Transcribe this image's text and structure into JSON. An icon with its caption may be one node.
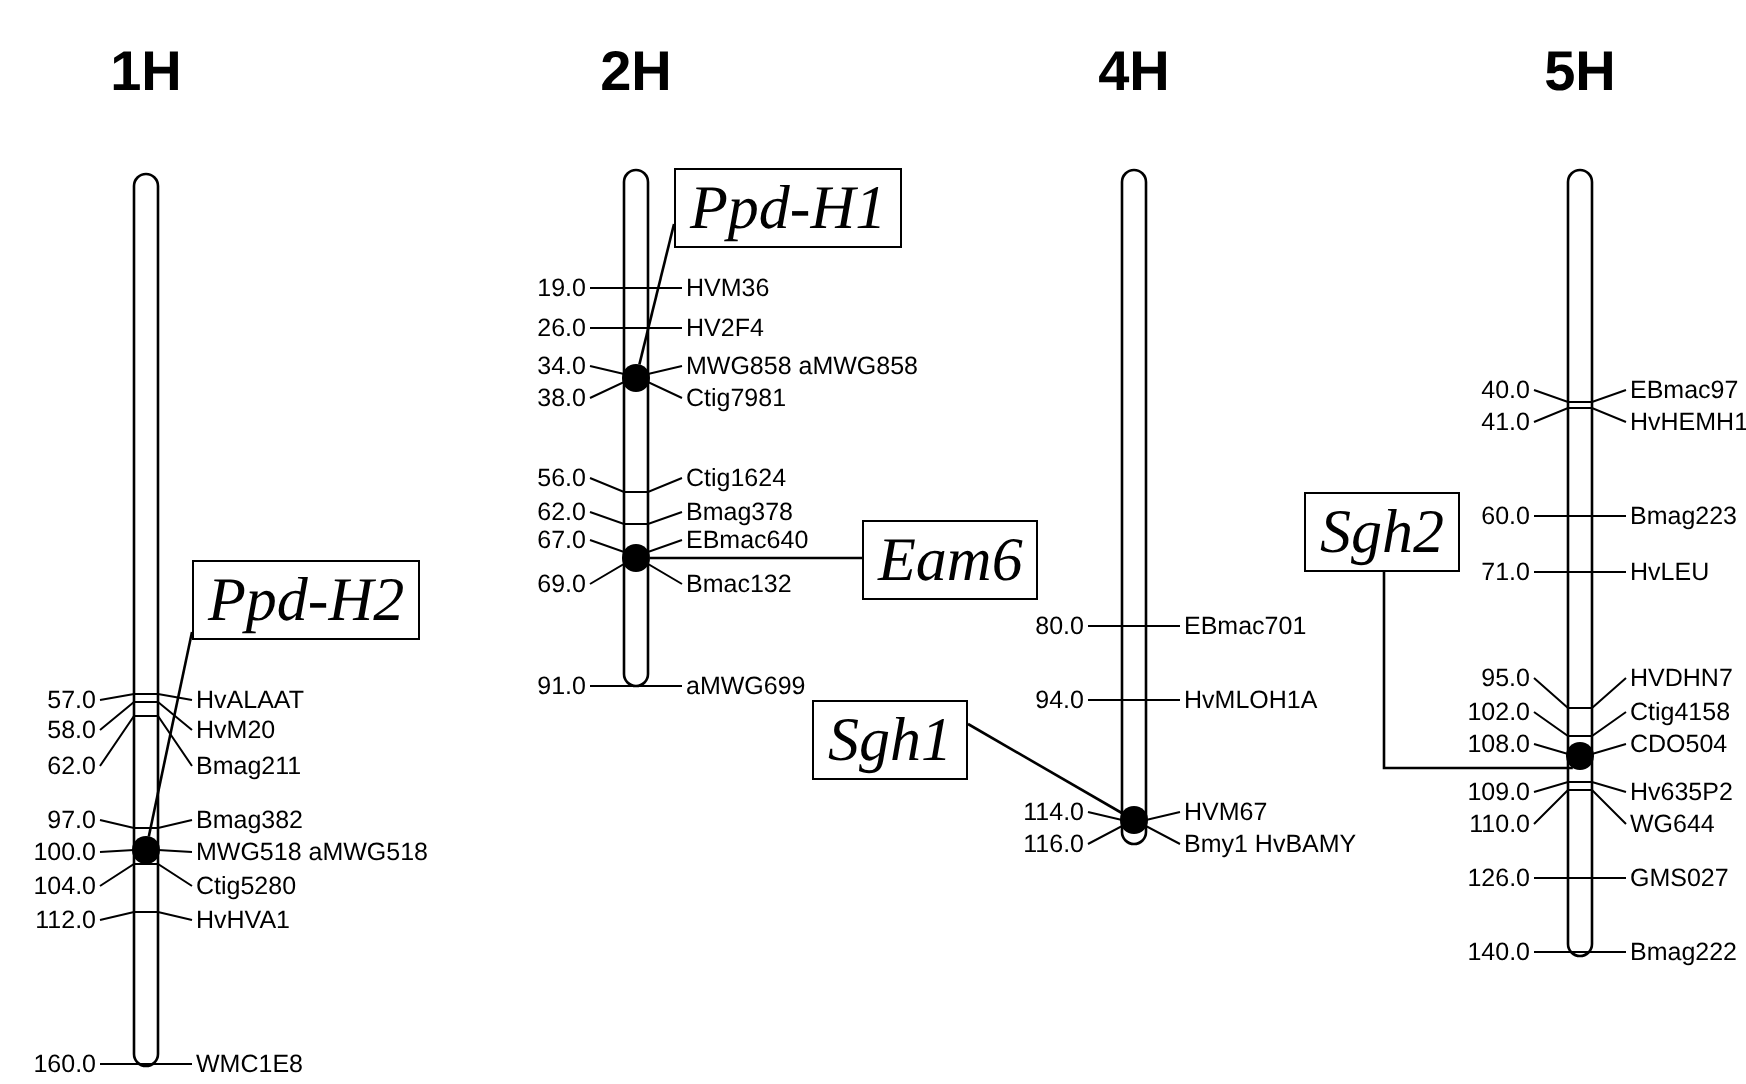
{
  "diagram": {
    "nodes": [
      {
        "text": [
          "1H"
        ]
      },
      {
        "text": [],
        "shape": "circle",
        "in": 0
      },
      {
        "text": [
          "Ppd-H2"
        ]
      },
      {
        "text": [
          "2H"
        ]
      },
      {
        "text": [],
        "shape": "circle",
        "in": 3
      },
      {
        "text": [],
        "shape": "circle",
        "in": 3
      },
      {
        "text": [
          "Ppd-H1"
        ]
      },
      {
        "text": [
          "Eam6"
        ]
      },
      {
        "text": [
          "4H"
        ]
      },
      {
        "text": [],
        "shape": "circle",
        "in": 8
      },
      {
        "text": [
          "Sgh1"
        ]
      },
      {
        "text": [
          "5H"
        ]
      },
      {
        "text": [],
        "shape": "circle",
        "in": 11
      },
      {
        "text": [
          "Sgh2"
        ]
      }
    ],
    "edges": [
      {
        "from": 2,
        "to": 1,
        "arrow": "none"
      },
      {
        "from": 6,
        "to": 4,
        "arrow": "none"
      },
      {
        "from": 7,
        "to": 5,
        "arrow": "none"
      },
      {
        "from": 10,
        "to": 9,
        "arrow": "none"
      },
      {
        "from": 13,
        "to": 12,
        "arrow": "none"
      }
    ],
    "labels": [
      "57.0",
      "HvALAAT",
      "58.0",
      "HvM20",
      "62.0",
      "Bmag211",
      "97.0",
      "Bmag382",
      "100.0",
      "MWG518 aMWG518",
      "104.0",
      "Ctig5280",
      "112.0",
      "HvHVA1",
      "160.0",
      "WMC1E8",
      "19.0",
      "HVM36",
      "26.0",
      "HV2F4",
      "34.0",
      "MWG858 aMWG858",
      "38.0",
      "Ctig7981",
      "56.0",
      "Ctig1624",
      "62.0",
      "Bmag378",
      "67.0",
      "EBmac640",
      "69.0",
      "Bmac132",
      "91.0",
      "aMWG699",
      "80.0",
      "EBmac701",
      "94.0",
      "HvMLOH1A",
      "114.0",
      "HVM67",
      "116.0",
      "Bmy1 HvBAMY",
      "40.0",
      "EBmac97",
      "41.0",
      "HvHEMH1",
      "60.0",
      "Bmag223",
      "71.0",
      "HvLEU",
      "95.0",
      "HVDHN7",
      "102.0",
      "Ctig4158",
      "108.0",
      "CDO504",
      "109.0",
      "Hv635P2",
      "110.0",
      "WG644",
      "126.0",
      "GMS027",
      "140.0",
      "Bmag222"
    ]
  }
}
